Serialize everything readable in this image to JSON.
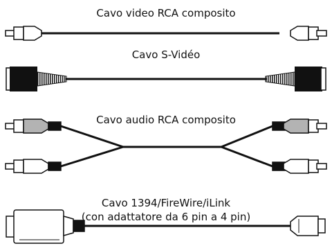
{
  "colors": {
    "cable": "#111111",
    "plug_fill": "#ffffff",
    "svideo_fill": "#111111",
    "audio_fill": "#b3b3b3",
    "stroke": "#111111"
  },
  "cables": [
    {
      "label": "Cavo video RCA composito",
      "type": "rca-video"
    },
    {
      "label": "Cavo S-Vidéo",
      "type": "s-video"
    },
    {
      "label": "Cavo audio RCA composito",
      "type": "rca-audio"
    },
    {
      "label_line1": "Cavo 1394/FireWire/iLink",
      "label_line2": "(con adattatore da 6 pin a 4 pin)",
      "type": "firewire"
    }
  ]
}
